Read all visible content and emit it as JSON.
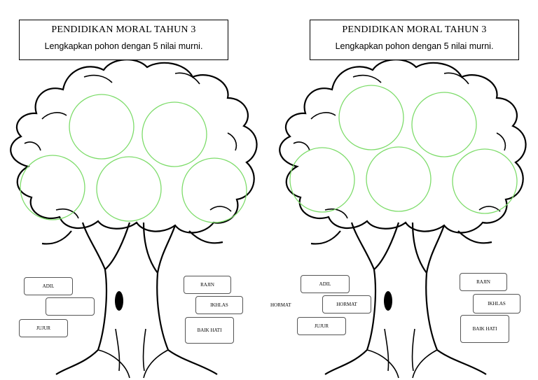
{
  "worksheets": [
    {
      "title": "PENDIDIKAN MORAL  TAHUN 3",
      "instruction": "Lengkapkan pohon dengan 5 nilai murni.",
      "words": [
        "ADIL",
        "",
        "JUJUR",
        "RAJIN",
        "IKHLAS",
        "BAIK HATI"
      ]
    },
    {
      "title": "PENDIDIKAN MORAL  TAHUN 3",
      "instruction": "Lengkapkan pohon dengan 5 nilai murni.",
      "side_label": "HORMAT",
      "words": [
        "ADIL",
        "HORMAT",
        "JUJUR",
        "RAJIN",
        "IKHLAS",
        "BAIK HATI"
      ]
    }
  ],
  "colors": {
    "circle_outline": "#7ddc6a",
    "ink": "#000000"
  }
}
